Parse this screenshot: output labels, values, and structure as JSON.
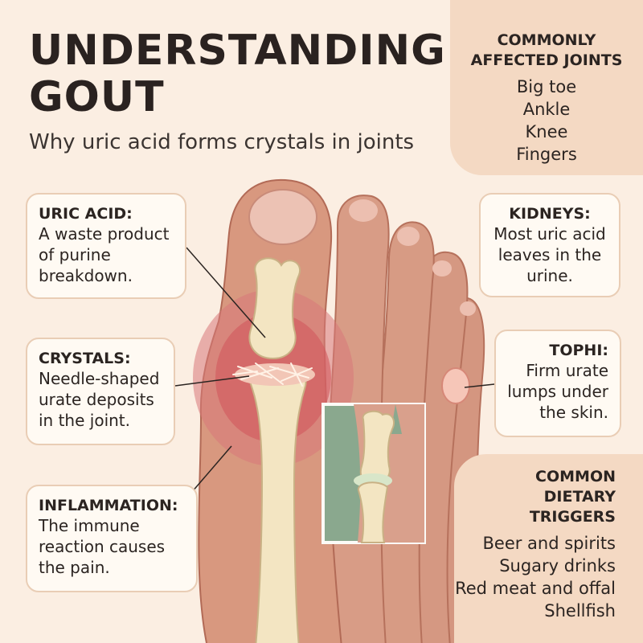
{
  "header": {
    "title": "UNDERSTANDING GOUT",
    "subtitle": "Why uric acid forms crystals in joints"
  },
  "panels": {
    "joints": {
      "heading_1": "COMMONLY",
      "heading_2": "AFFECTED JOINTS",
      "items": [
        "Big toe",
        "Ankle",
        "Knee",
        "Fingers"
      ]
    },
    "triggers": {
      "heading_1": "COMMON",
      "heading_2": "DIETARY",
      "heading_3": "TRIGGERS",
      "items": [
        "Beer and spirits",
        "Sugary drinks",
        "Red meat and offal",
        "Shellfish"
      ]
    }
  },
  "callouts": {
    "uric_acid": {
      "heading": "URIC ACID:",
      "lines": [
        "A waste product",
        "of purine",
        "breakdown."
      ]
    },
    "crystals": {
      "heading": "CRYSTALS:",
      "lines": [
        "Needle-shaped",
        "urate deposits",
        "in the joint."
      ]
    },
    "inflammation": {
      "heading": "INFLAMMATION:",
      "lines": [
        "The immune",
        "reaction causes",
        "the pain."
      ]
    },
    "kidneys": {
      "heading": "KIDNEYS:",
      "lines": [
        "Most uric acid",
        "leaves in the",
        "urine."
      ]
    },
    "tophi": {
      "heading": "TOPHI:",
      "lines": [
        "Firm urate",
        "lumps under",
        "the skin."
      ]
    }
  },
  "colors": {
    "background": "#fbeee2",
    "panel": "#f4d9c3",
    "skin": "#d99a82",
    "bone": "#f3e5c2",
    "inflammation": "#d96a6e",
    "inset_green": "#8aa88e"
  }
}
